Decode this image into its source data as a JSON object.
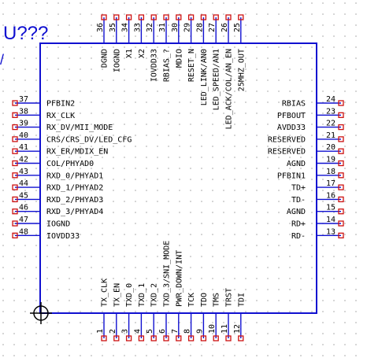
{
  "component": {
    "reference": "U???",
    "fragment": "/"
  },
  "colors": {
    "body": "#1010d0",
    "pin_line": "#1010d0",
    "pin_end": "#cc1111",
    "text": "#000000",
    "reference": "#1010d0",
    "grid_dot": "#b8b8b8"
  },
  "pins": {
    "left": [
      {
        "number": "37",
        "name": "PFBIN2"
      },
      {
        "number": "38",
        "name": "RX_CLK"
      },
      {
        "number": "39",
        "name": "RX_DV/MII_MODE"
      },
      {
        "number": "40",
        "name": "CRS/CRS_DV/LED_CFG"
      },
      {
        "number": "41",
        "name": "RX_ER/MDIX_EN"
      },
      {
        "number": "42",
        "name": "COL/PHYAD0"
      },
      {
        "number": "43",
        "name": "RXD_0/PHYAD1"
      },
      {
        "number": "44",
        "name": "RXD_1/PHYAD2"
      },
      {
        "number": "45",
        "name": "RXD_2/PHYAD3"
      },
      {
        "number": "46",
        "name": "RXD_3/PHYAD4"
      },
      {
        "number": "47",
        "name": "IOGND"
      },
      {
        "number": "48",
        "name": "IOVDD33"
      }
    ],
    "right": [
      {
        "number": "24",
        "name": "RBIAS"
      },
      {
        "number": "23",
        "name": "PFBOUT"
      },
      {
        "number": "22",
        "name": "AVDD33"
      },
      {
        "number": "21",
        "name": "RESERVED"
      },
      {
        "number": "20",
        "name": "RESERVED"
      },
      {
        "number": "19",
        "name": "AGND"
      },
      {
        "number": "18",
        "name": "PFBIN1"
      },
      {
        "number": "17",
        "name": "TD+"
      },
      {
        "number": "16",
        "name": "TD-"
      },
      {
        "number": "15",
        "name": "AGND"
      },
      {
        "number": "14",
        "name": "RD+"
      },
      {
        "number": "13",
        "name": "RD-"
      }
    ],
    "top": [
      {
        "number": "36",
        "name": "DGND"
      },
      {
        "number": "35",
        "name": "IOGND"
      },
      {
        "number": "34",
        "name": "X1"
      },
      {
        "number": "33",
        "name": "X2"
      },
      {
        "number": "32",
        "name": "IOVDD33"
      },
      {
        "number": "31",
        "name": "RBIAS_?"
      },
      {
        "number": "30",
        "name": "MDIO"
      },
      {
        "number": "29",
        "name": "RESET_N"
      },
      {
        "number": "28",
        "name": "LED_LINK/AN0"
      },
      {
        "number": "27",
        "name": "LED_SPEED/AN1"
      },
      {
        "number": "26",
        "name": "LED_ACK/COL/AN_EN"
      },
      {
        "number": "25",
        "name": "25MHZ_OUT"
      }
    ],
    "bottom": [
      {
        "number": "1",
        "name": "TX_CLK"
      },
      {
        "number": "2",
        "name": "TX_EN"
      },
      {
        "number": "3",
        "name": "TXD_0"
      },
      {
        "number": "4",
        "name": "TXD_1"
      },
      {
        "number": "5",
        "name": "TXD_2"
      },
      {
        "number": "6",
        "name": "TXD_3/SNI_MODE"
      },
      {
        "number": "7",
        "name": "PWR_DOWN/INT"
      },
      {
        "number": "8",
        "name": "TCK"
      },
      {
        "number": "9",
        "name": "TDO"
      },
      {
        "number": "10",
        "name": "TMS"
      },
      {
        "number": "11",
        "name": "TRST"
      },
      {
        "number": "12",
        "name": "TDI"
      }
    ]
  }
}
